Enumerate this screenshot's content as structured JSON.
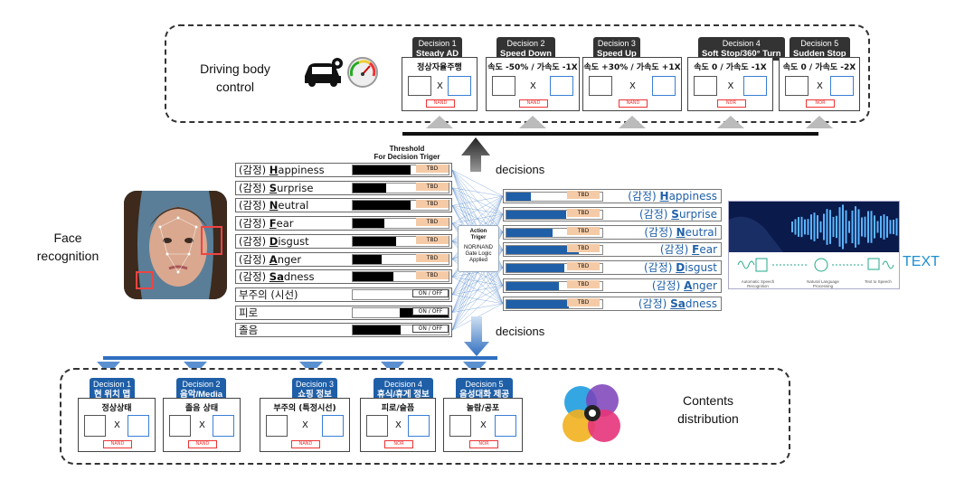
{
  "driving": {
    "label_line1": "Driving body",
    "label_line2": "control",
    "decisions": [
      {
        "title": "Decision 1",
        "name": "Steady AD",
        "desc": "정상자율주행",
        "gate": "NAND"
      },
      {
        "title": "Decision 2",
        "name": "Speed Down",
        "desc": "속도 -50% / 가속도 -1X",
        "gate": "NAND"
      },
      {
        "title": "Decision 3",
        "name": "Speed Up",
        "desc": "속도 +30% / 가속도 +1X",
        "gate": "NAND"
      },
      {
        "title": "Decision 4",
        "name": "Soft Stop/360° Turn",
        "desc": "속도 0 / 가속도 -1X",
        "gate": "NOR"
      },
      {
        "title": "Decision 5",
        "name": "Sudden Stop",
        "desc": "속도 0 / 가속도 -2X",
        "gate": "NOR"
      }
    ]
  },
  "face": {
    "label_line1": "Face",
    "label_line2": "recognition"
  },
  "threshold": {
    "line1": "Threshold",
    "line2": "For Decision Triger"
  },
  "left_rows": [
    {
      "prefix": "(감정) ",
      "key": "H",
      "rest": "appiness",
      "level": 0.6,
      "tag": "TBD"
    },
    {
      "prefix": "(감정) ",
      "key": "S",
      "rest": "urprise",
      "level": 0.35,
      "tag": "TBD"
    },
    {
      "prefix": "(감정) ",
      "key": "N",
      "rest": "eutral",
      "level": 0.6,
      "tag": "TBD"
    },
    {
      "prefix": "(감정) ",
      "key": "F",
      "rest": "ear",
      "level": 0.33,
      "tag": "TBD"
    },
    {
      "prefix": "(감정) ",
      "key": "D",
      "rest": "isgust",
      "level": 0.45,
      "tag": "TBD"
    },
    {
      "prefix": "(감정) ",
      "key": "A",
      "rest": "nger",
      "level": 0.3,
      "tag": "TBD"
    },
    {
      "prefix": "(감정) ",
      "key": "Sa",
      "rest": "dness",
      "level": 0.42,
      "tag": "TBD"
    },
    {
      "prefix": "부주의 (시선)",
      "key": "",
      "rest": "",
      "level": 0.0,
      "tag": "ON / OFF"
    },
    {
      "prefix": "피로",
      "key": "",
      "rest": "",
      "level": 0.0,
      "tag": "ON / OFF"
    },
    {
      "prefix": "졸음",
      "key": "",
      "rest": "",
      "level": 0.5,
      "tag": "ON / OFF"
    }
  ],
  "right_rows": [
    {
      "prefix": "(감정) ",
      "key": "H",
      "rest": "appiness",
      "level": 0.25,
      "tag": "TBD"
    },
    {
      "prefix": "(감정) ",
      "key": "S",
      "rest": "urprise",
      "level": 0.62,
      "tag": "TBD"
    },
    {
      "prefix": "(감정) ",
      "key": "N",
      "rest": "eutral",
      "level": 0.48,
      "tag": "TBD"
    },
    {
      "prefix": "(감정) ",
      "key": "F",
      "rest": "ear",
      "level": 0.75,
      "tag": "TBD"
    },
    {
      "prefix": "(감정) ",
      "key": "D",
      "rest": "isgust",
      "level": 0.6,
      "tag": "TBD"
    },
    {
      "prefix": "(감정) ",
      "key": "A",
      "rest": "nger",
      "level": 0.55,
      "tag": "TBD"
    },
    {
      "prefix": "(감정) ",
      "key": "Sa",
      "rest": "dness",
      "level": 0.65,
      "tag": "TBD"
    }
  ],
  "action": {
    "line1": "Action",
    "line2": "Triger",
    "line3": "NOR/NAND",
    "line4": "Gate Logic",
    "line5": "Applied"
  },
  "decisions_up": "decisions",
  "decisions_down": "decisions",
  "speech": {
    "text_label": "TEXT",
    "step1": "Automatic Speech Recognition",
    "step2": "Natural Language Processing",
    "step3": "Text to Speech"
  },
  "contents": {
    "label_line1": "Contents",
    "label_line2": "distribution",
    "decisions": [
      {
        "title": "Decision 1",
        "name": "현 위치 맵",
        "desc": "정상상태",
        "gate": "NAND"
      },
      {
        "title": "Decision 2",
        "name": "음악/Media",
        "desc": "졸음 상태",
        "gate": "NAND"
      },
      {
        "title": "Decision 3",
        "name": "쇼핑 정보",
        "desc": "부주의 (특정시선)",
        "gate": "NAND"
      },
      {
        "title": "Decision 4",
        "name": "휴식/휴게 정보",
        "desc": "피로/슬픔",
        "gate": "NOR"
      },
      {
        "title": "Decision 5",
        "name": "음성대화 제공",
        "desc": "놀람/공포",
        "gate": "NOR"
      }
    ]
  },
  "colors": {
    "accent_blue": "#1f5fa8",
    "tbd_peach": "#f5cba7",
    "gate_red": "#e33333"
  }
}
